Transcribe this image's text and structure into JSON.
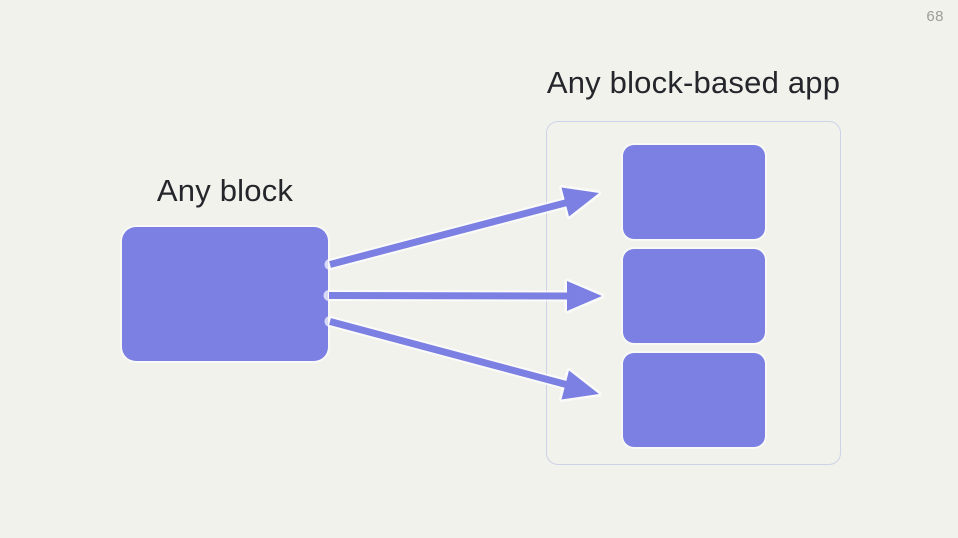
{
  "slide": {
    "page_number": "68"
  },
  "diagram": {
    "source_label": "Any block",
    "target_label": "Any block-based app",
    "arrow_count": 3,
    "app_block_count": 3
  },
  "colors": {
    "background": "#F1F2EC",
    "accent_purple": "#7C80E2",
    "container_border": "#CDD3E8",
    "title_text": "#25262B",
    "page_number": "#9C9C99"
  }
}
